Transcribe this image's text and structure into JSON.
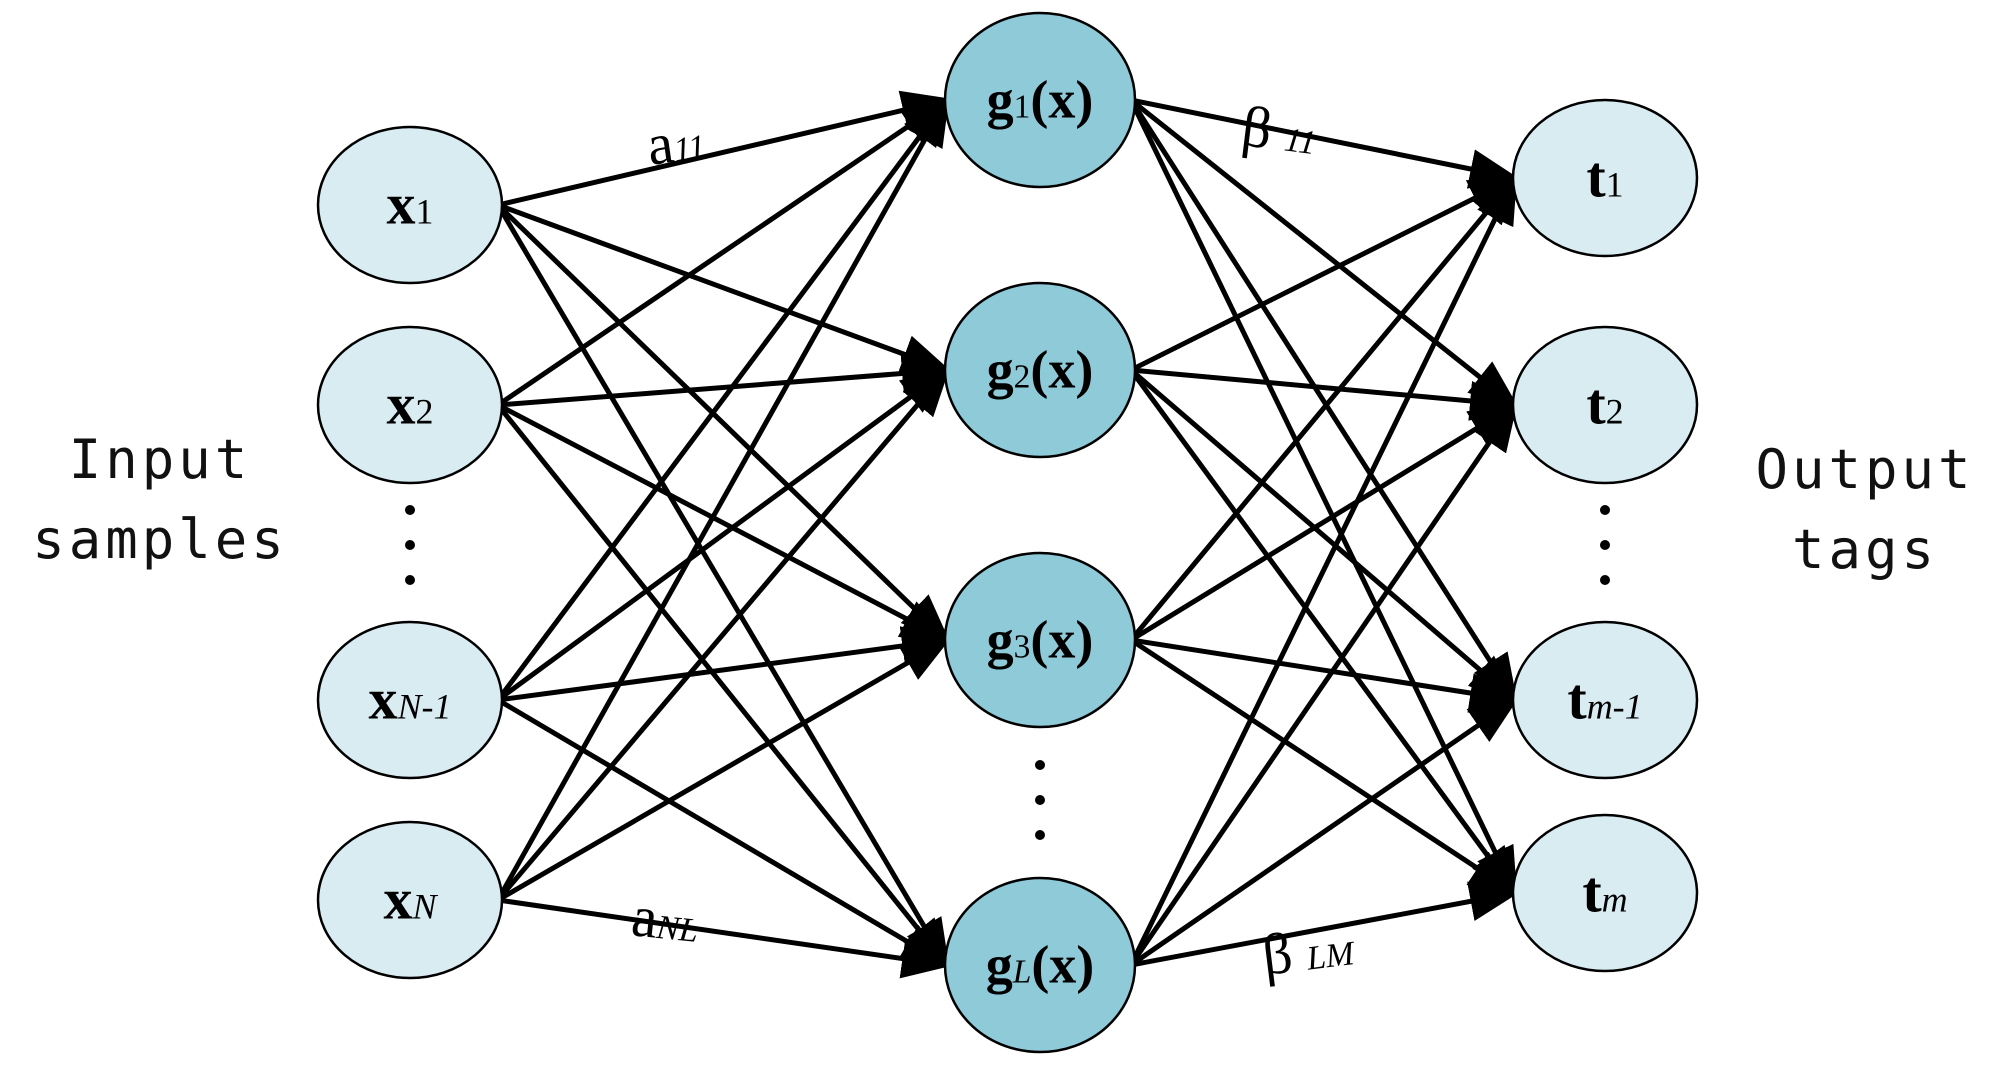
{
  "labels": {
    "input": [
      "Input",
      "samples"
    ],
    "output": [
      "Output",
      "tags"
    ]
  },
  "input_nodes": [
    {
      "main": "x",
      "sub": "1",
      "sub_italic": false
    },
    {
      "main": "x",
      "sub": "2",
      "sub_italic": false
    },
    {
      "main": "x",
      "sub": "N-1",
      "sub_italic": true
    },
    {
      "main": "x",
      "sub": "N",
      "sub_italic": true
    }
  ],
  "hidden_nodes": [
    {
      "main": "g",
      "sub": "1",
      "sub_italic": false,
      "tail": "(x)"
    },
    {
      "main": "g",
      "sub": "2",
      "sub_italic": false,
      "tail": "(x)"
    },
    {
      "main": "g",
      "sub": "3",
      "sub_italic": false,
      "tail": "(x)"
    },
    {
      "main": "g",
      "sub": "L",
      "sub_italic": true,
      "tail": "(x)"
    }
  ],
  "output_nodes": [
    {
      "main": "t",
      "sub": "1",
      "sub_italic": false
    },
    {
      "main": "t",
      "sub": "2",
      "sub_italic": false
    },
    {
      "main": "t",
      "sub": "m-1",
      "sub_italic": true
    },
    {
      "main": "t",
      "sub": "m",
      "sub_italic": true
    }
  ],
  "edge_labels": {
    "a11": {
      "main": "a",
      "sub": "11"
    },
    "aNL": {
      "main": "a",
      "sub": "NL"
    },
    "b11": {
      "main": "β",
      "sub": "11"
    },
    "bLM": {
      "main": "β",
      "sub": "LM"
    }
  },
  "colors": {
    "input_fill": "#d9ecf2",
    "hidden_fill": "#8ecad8",
    "output_fill": "#d9ecf2",
    "stroke": "#000000"
  }
}
